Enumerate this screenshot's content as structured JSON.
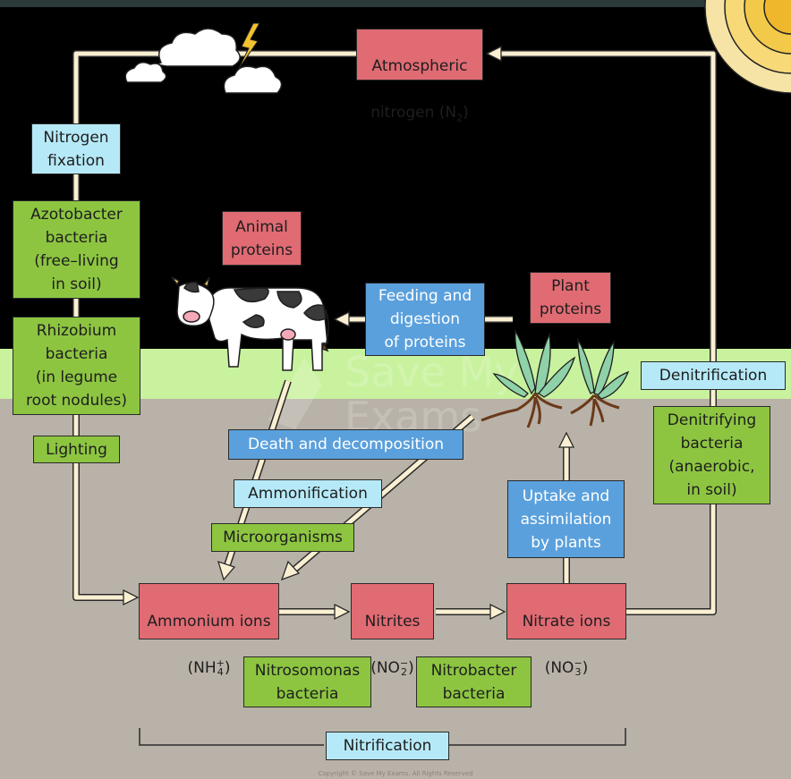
{
  "nodes": {
    "atmospheric": {
      "label": "Atmospheric",
      "label_suffix": "nitrogen (N",
      "sub": "2",
      "close": ")"
    },
    "nitrogen_fixation": "Nitrogen\nfixation",
    "azotobacter": "Azotobacter\nbacteria\n(free–living\nin soil)",
    "rhizobium": "Rhizobium\nbacteria\n(in legume\nroot nodules)",
    "lighting": "Lighting",
    "animal_proteins": "Animal\nproteins",
    "plant_proteins": "Plant\nproteins",
    "feeding": "Feeding and\ndigestion\nof proteins",
    "death": "Death and decomposition",
    "ammonification": "Ammonification",
    "microorganisms": "Microorganisms",
    "ammonium": {
      "line1": "Ammonium ions",
      "base": "(NH",
      "sub": "4",
      "sup": "+",
      "close": ")"
    },
    "nitrites": {
      "line1": "Nitrites",
      "base": "(NO",
      "sub": "2",
      "sup": "−",
      "close": ")"
    },
    "nitrate": {
      "line1": "Nitrate ions",
      "base": "(NO",
      "sub": "3",
      "sup": "−",
      "close": ")"
    },
    "uptake": "Uptake and\nassimilation\nby plants",
    "denitrification": "Denitrification",
    "denitrifying": "Denitrifying\nbacteria\n(anaerobic,\nin soil)",
    "nitrosomonas": "Nitrosomonas\nbacteria",
    "nitrobacter": "Nitrobacter\nbacteria",
    "nitrification": "Nitrification"
  },
  "watermark": {
    "line1": "Save My",
    "line2": "Exams"
  },
  "copyright": "Copyright © Save My Exams. All Rights Reserved",
  "colors": {
    "sky": "#000000",
    "grass": "#c8f29e",
    "soil": "#b9b2a8",
    "red_box": "#e06b73",
    "green_box": "#8dc541",
    "light_blue_box": "#b6e9f7",
    "mid_blue_box": "#5aa0dc",
    "arrow_fill": "#fbefd2"
  }
}
